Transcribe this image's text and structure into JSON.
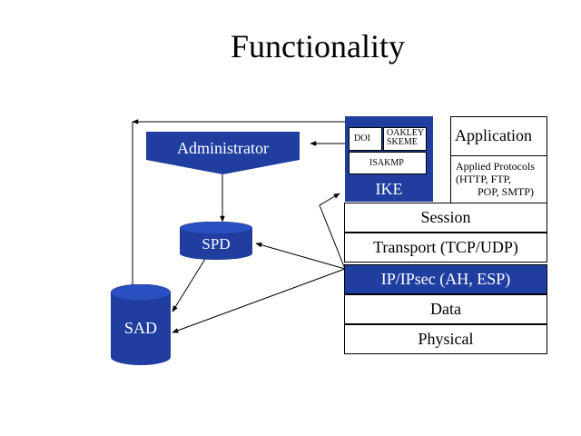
{
  "title": "Functionality",
  "colors": {
    "accent": "#1f3ea0",
    "line": "#000000"
  },
  "administrator": "Administrator",
  "spd": "SPD",
  "sad": "SAD",
  "ike": {
    "label": "IKE",
    "doi": "DOI",
    "oakley_line1": "OAKLEY",
    "oakley_line2": "SKEME",
    "isakmp": "ISAKMP"
  },
  "application": "Application",
  "applied": {
    "line1": "Applied Protocols",
    "line2": "(HTTP, FTP,",
    "line3": "POP, SMTP)"
  },
  "layers": [
    "Session",
    "Transport (TCP/UDP)",
    "IP/IPsec  (AH, ESP)",
    "Data",
    "Physical"
  ]
}
